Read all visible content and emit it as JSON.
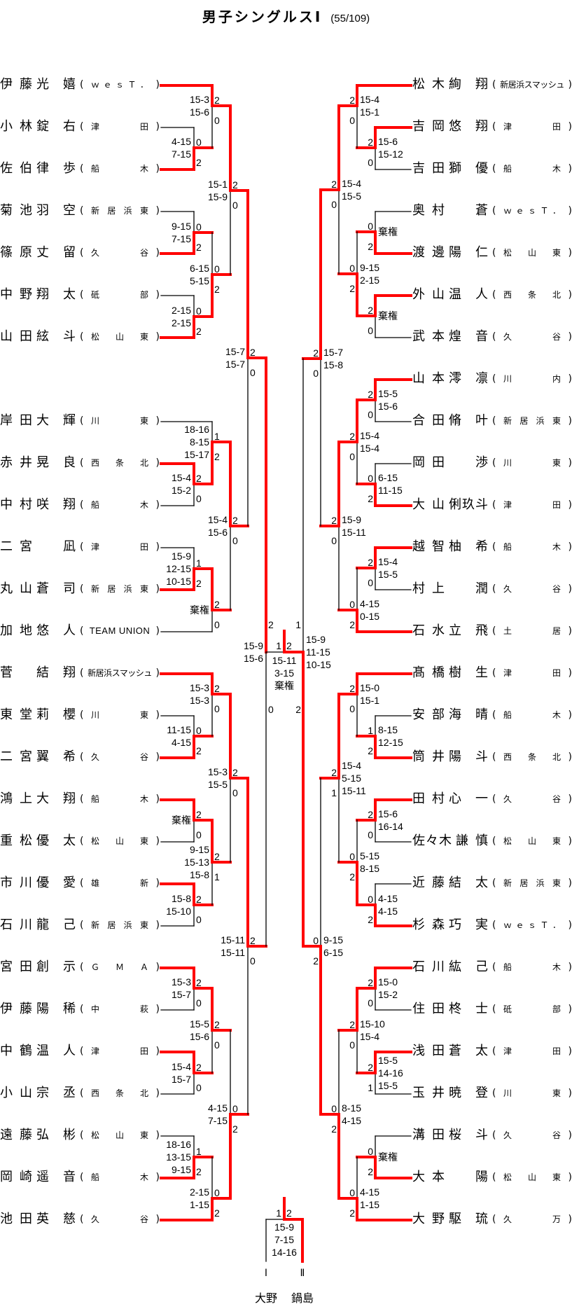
{
  "title": "男子シングルスⅠ",
  "count": "(55/109)",
  "left_players": [
    {
      "surname": "伊藤",
      "given": "光嬉",
      "club": "ｗｅｓＴ．"
    },
    {
      "surname": "小林",
      "given": "錠右",
      "club": "津田"
    },
    {
      "surname": "佐伯",
      "given": "律歩",
      "club": "船木"
    },
    {
      "surname": "菊池",
      "given": "羽空",
      "club": "新居浜東"
    },
    {
      "surname": "篠原",
      "given": "丈留",
      "club": "久谷"
    },
    {
      "surname": "中野",
      "given": "翔太",
      "club": "砥部"
    },
    {
      "surname": "山田",
      "given": "絃斗",
      "club": "松山東"
    },
    {
      "surname": "岸田",
      "given": "大輝",
      "club": "川東"
    },
    {
      "surname": "赤井",
      "given": "晃良",
      "club": "西条北"
    },
    {
      "surname": "中村",
      "given": "咲翔",
      "club": "船木"
    },
    {
      "surname": "二宮",
      "given": "凪",
      "club": "津田"
    },
    {
      "surname": "丸山",
      "given": "蒼司",
      "club": "新居浜東"
    },
    {
      "surname": "加地",
      "given": "悠人",
      "club": "TEAM UNION"
    },
    {
      "surname": "菅",
      "given": "結翔",
      "club": "新居浜スマッシュ"
    },
    {
      "surname": "東堂",
      "given": "莉櫻",
      "club": "川東"
    },
    {
      "surname": "二宮",
      "given": "翼希",
      "club": "久谷"
    },
    {
      "surname": "鴻上",
      "given": "大翔",
      "club": "船木"
    },
    {
      "surname": "重松",
      "given": "優太",
      "club": "松山東"
    },
    {
      "surname": "市川",
      "given": "優愛",
      "club": "雄新"
    },
    {
      "surname": "石川",
      "given": "龍己",
      "club": "新居浜東"
    },
    {
      "surname": "宮田",
      "given": "創示",
      "club": "ＧＭＡ"
    },
    {
      "surname": "伊藤",
      "given": "陽稀",
      "club": "中萩"
    },
    {
      "surname": "中鶴",
      "given": "温人",
      "club": "津田"
    },
    {
      "surname": "小山",
      "given": "宗丞",
      "club": "西条北"
    },
    {
      "surname": "遠藤",
      "given": "弘彬",
      "club": "松山東"
    },
    {
      "surname": "岡崎",
      "given": "遥音",
      "club": "船木"
    },
    {
      "surname": "池田",
      "given": "英慈",
      "club": "久谷"
    }
  ],
  "right_players": [
    {
      "surname": "松木",
      "given": "絢翔",
      "club": "新居浜スマッシュ"
    },
    {
      "surname": "吉岡",
      "given": "悠翔",
      "club": "津田"
    },
    {
      "surname": "吉田",
      "given": "獅優",
      "club": "船木"
    },
    {
      "surname": "奥村",
      "given": "蒼",
      "club": "ｗｅｓＴ．"
    },
    {
      "surname": "渡邊",
      "given": "陽仁",
      "club": "松山東"
    },
    {
      "surname": "外山",
      "given": "温人",
      "club": "西条北"
    },
    {
      "surname": "武本",
      "given": "煌音",
      "club": "久谷"
    },
    {
      "surname": "山本",
      "given": "澪凛",
      "club": "川内"
    },
    {
      "surname": "合田",
      "given": "脩叶",
      "club": "新居浜東"
    },
    {
      "surname": "岡田",
      "given": "渉",
      "club": "川東"
    },
    {
      "surname": "大山",
      "given": "俐玖斗",
      "club": "津田"
    },
    {
      "surname": "越智",
      "given": "柚希",
      "club": "船木"
    },
    {
      "surname": "村上",
      "given": "潤",
      "club": "久谷"
    },
    {
      "surname": "石水",
      "given": "立飛",
      "club": "土居"
    },
    {
      "surname": "髙橋",
      "given": "樹生",
      "club": "津田"
    },
    {
      "surname": "安部",
      "given": "海晴",
      "club": "船木"
    },
    {
      "surname": "筒井",
      "given": "陽斗",
      "club": "西条北"
    },
    {
      "surname": "田村",
      "given": "心一",
      "club": "久谷"
    },
    {
      "surname": "佐々木",
      "given": "謙慎",
      "club": "松山東"
    },
    {
      "surname": "近藤",
      "given": "結太",
      "club": "新居浜東"
    },
    {
      "surname": "杉森",
      "given": "巧実",
      "club": "ｗｅｓＴ．"
    },
    {
      "surname": "石川",
      "given": "紘己",
      "club": "船木"
    },
    {
      "surname": "住田",
      "given": "柊士",
      "club": "砥部"
    },
    {
      "surname": "浅田",
      "given": "蒼太",
      "club": "津田"
    },
    {
      "surname": "玉井",
      "given": "暁登",
      "club": "川東"
    },
    {
      "surname": "溝田",
      "given": "桜斗",
      "club": "久谷"
    },
    {
      "surname": "大本",
      "given": "陽",
      "club": "松山東"
    },
    {
      "surname": "大野",
      "given": "駆琉",
      "club": "久万"
    }
  ],
  "matches": {
    "L1": {
      "scores": [
        "4-15",
        "7-15"
      ],
      "games": [
        "0",
        "2"
      ],
      "winner": "bottom"
    },
    "L2": {
      "scores": [
        "15-3",
        "15-6"
      ],
      "games": [
        "2",
        "0"
      ],
      "winner": "top"
    },
    "L3": {
      "scores": [
        "9-15",
        "7-15"
      ],
      "games": [
        "0",
        "2"
      ],
      "winner": "bottom"
    },
    "L4": {
      "scores": [
        "2-15",
        "2-15"
      ],
      "games": [
        "0",
        "2"
      ],
      "winner": "bottom"
    },
    "L5": {
      "scores": [
        "6-15",
        "5-15"
      ],
      "games": [
        "0",
        "2"
      ],
      "winner": "bottom"
    },
    "L6": {
      "scores": [
        "15-1",
        "15-9"
      ],
      "games": [
        "2",
        "0"
      ],
      "winner": "top"
    },
    "L7": {
      "scores": [
        "15-4",
        "15-2"
      ],
      "games": [
        "2",
        "0"
      ],
      "winner": "top"
    },
    "L8": {
      "scores": [
        "18-16",
        "8-15",
        "15-17"
      ],
      "games": [
        "1",
        "2"
      ],
      "winner": "bottom"
    },
    "L9": {
      "scores": [
        "15-9",
        "12-15",
        "10-15"
      ],
      "games": [
        "1",
        "2"
      ],
      "winner": "bottom"
    },
    "L10": {
      "scores": [
        "棄権"
      ],
      "games": [
        "2",
        "0"
      ],
      "winner": "top"
    },
    "L11": {
      "scores": [
        "15-4",
        "15-6"
      ],
      "games": [
        "2",
        "0"
      ],
      "winner": "top"
    },
    "L12": {
      "scores": [
        "15-7",
        "15-7"
      ],
      "games": [
        "2",
        "0"
      ],
      "winner": "top"
    },
    "L13": {
      "scores": [
        "11-15",
        "4-15"
      ],
      "games": [
        "0",
        "2"
      ],
      "winner": "bottom"
    },
    "L14": {
      "scores": [
        "15-3",
        "15-3"
      ],
      "games": [
        "2",
        "0"
      ],
      "winner": "top"
    },
    "L15": {
      "scores": [
        "棄権"
      ],
      "games": [
        "2",
        "0"
      ],
      "winner": "top"
    },
    "L16": {
      "scores": [
        "15-8",
        "15-10"
      ],
      "games": [
        "2",
        "0"
      ],
      "winner": "top"
    },
    "L17": {
      "scores": [
        "9-15",
        "15-13",
        "15-8"
      ],
      "games": [
        "2",
        "1"
      ],
      "winner": "top"
    },
    "L18": {
      "scores": [
        "15-3",
        "15-5"
      ],
      "games": [
        "2",
        "0"
      ],
      "winner": "top"
    },
    "L19": {
      "scores": [
        "15-3",
        "15-7"
      ],
      "games": [
        "2",
        "0"
      ],
      "winner": "top"
    },
    "L20": {
      "scores": [
        "15-4",
        "15-7"
      ],
      "games": [
        "2",
        "0"
      ],
      "winner": "top"
    },
    "L21": {
      "scores": [
        "15-5",
        "15-6"
      ],
      "games": [
        "2",
        "0"
      ],
      "winner": "top"
    },
    "L22": {
      "scores": [
        "18-16",
        "13-15",
        "9-15"
      ],
      "games": [
        "1",
        "2"
      ],
      "winner": "bottom"
    },
    "L23": {
      "scores": [
        "2-15",
        "1-15"
      ],
      "games": [
        "0",
        "2"
      ],
      "winner": "bottom"
    },
    "L24": {
      "scores": [
        "4-15",
        "7-15"
      ],
      "games": [
        "0",
        "2"
      ],
      "winner": "bottom"
    },
    "L25": {
      "scores": [
        "15-11",
        "15-11"
      ],
      "games": [
        "2",
        "0"
      ],
      "winner": "top"
    },
    "LSF": {
      "scores": [
        "15-9",
        "15-6"
      ],
      "games": [
        "2",
        "0"
      ],
      "winner": "top"
    },
    "R1": {
      "scores": [
        "15-6",
        "15-12"
      ],
      "games": [
        "2",
        "0"
      ],
      "winner": "top"
    },
    "R2": {
      "scores": [
        "15-4",
        "15-1"
      ],
      "games": [
        "2",
        "0"
      ],
      "winner": "top"
    },
    "R3": {
      "scores": [
        "棄権"
      ],
      "games": [
        "0",
        "2"
      ],
      "winner": "bottom"
    },
    "R4": {
      "scores": [
        "棄権"
      ],
      "games": [
        "2",
        "0"
      ],
      "winner": "top"
    },
    "R5": {
      "scores": [
        "9-15",
        "2-15"
      ],
      "games": [
        "0",
        "2"
      ],
      "winner": "bottom"
    },
    "R6": {
      "scores": [
        "15-4",
        "15-5"
      ],
      "games": [
        "2",
        "0"
      ],
      "winner": "top"
    },
    "R7": {
      "scores": [
        "15-5",
        "15-6"
      ],
      "games": [
        "2",
        "0"
      ],
      "winner": "top"
    },
    "R8": {
      "scores": [
        "6-15",
        "11-15"
      ],
      "games": [
        "0",
        "2"
      ],
      "winner": "bottom"
    },
    "R9": {
      "scores": [
        "15-4",
        "15-4"
      ],
      "games": [
        "2",
        "0"
      ],
      "winner": "top"
    },
    "R10": {
      "scores": [
        "15-4",
        "15-5"
      ],
      "games": [
        "2",
        "0"
      ],
      "winner": "top"
    },
    "R11": {
      "scores": [
        "4-15",
        "0-15"
      ],
      "games": [
        "0",
        "2"
      ],
      "winner": "bottom"
    },
    "R12": {
      "scores": [
        "15-9",
        "15-11"
      ],
      "games": [
        "2",
        "0"
      ],
      "winner": "top"
    },
    "R13": {
      "scores": [
        "15-7",
        "15-8"
      ],
      "games": [
        "2",
        "0"
      ],
      "winner": "top"
    },
    "R14": {
      "scores": [
        "8-15",
        "12-15"
      ],
      "games": [
        "1",
        "2"
      ],
      "winner": "bottom"
    },
    "R15": {
      "scores": [
        "15-0",
        "15-1"
      ],
      "games": [
        "2",
        "0"
      ],
      "winner": "top"
    },
    "R16": {
      "scores": [
        "15-6",
        "16-14"
      ],
      "games": [
        "2",
        "0"
      ],
      "winner": "top"
    },
    "R17": {
      "scores": [
        "4-15",
        "4-15"
      ],
      "games": [
        "0",
        "2"
      ],
      "winner": "bottom"
    },
    "R18": {
      "scores": [
        "5-15",
        "8-15"
      ],
      "games": [
        "0",
        "2"
      ],
      "winner": "bottom"
    },
    "R19": {
      "scores": [
        "15-4",
        "5-15",
        "15-11"
      ],
      "games": [
        "2",
        "1"
      ],
      "winner": "top"
    },
    "R20": {
      "scores": [
        "15-0",
        "15-2"
      ],
      "games": [
        "2",
        "0"
      ],
      "winner": "top"
    },
    "R21": {
      "scores": [
        "15-5",
        "14-16",
        "15-5"
      ],
      "games": [
        "2",
        "1"
      ],
      "winner": "top"
    },
    "R22": {
      "scores": [
        "15-10",
        "15-4"
      ],
      "games": [
        "2",
        "0"
      ],
      "winner": "top"
    },
    "R23": {
      "scores": [
        "棄権"
      ],
      "games": [
        "0",
        "2"
      ],
      "winner": "bottom"
    },
    "R24": {
      "scores": [
        "4-15",
        "1-15"
      ],
      "games": [
        "0",
        "2"
      ],
      "winner": "bottom"
    },
    "R25": {
      "scores": [
        "8-15",
        "4-15"
      ],
      "games": [
        "0",
        "2"
      ],
      "winner": "bottom"
    },
    "R26": {
      "scores": [
        "9-15",
        "6-15"
      ],
      "games": [
        "0",
        "2"
      ],
      "winner": "bottom"
    },
    "RSF": {
      "scores": [
        "15-9",
        "11-15",
        "10-15"
      ],
      "games": [
        "1",
        "2"
      ],
      "winner": "bottom"
    }
  },
  "final": {
    "scores": [
      "15-11",
      "3-15",
      "棄権"
    ],
    "games": [
      "1",
      "2"
    ],
    "winner": "right"
  },
  "playoff": {
    "scores": [
      "15-9",
      "7-15",
      "14-16"
    ],
    "games": [
      "1",
      "2"
    ],
    "labels": [
      "Ⅰ",
      "Ⅱ"
    ],
    "names": [
      "大野",
      "鍋島"
    ],
    "winner": "right"
  },
  "colors": {
    "winner_line": "#ff0000",
    "line": "#000000"
  }
}
